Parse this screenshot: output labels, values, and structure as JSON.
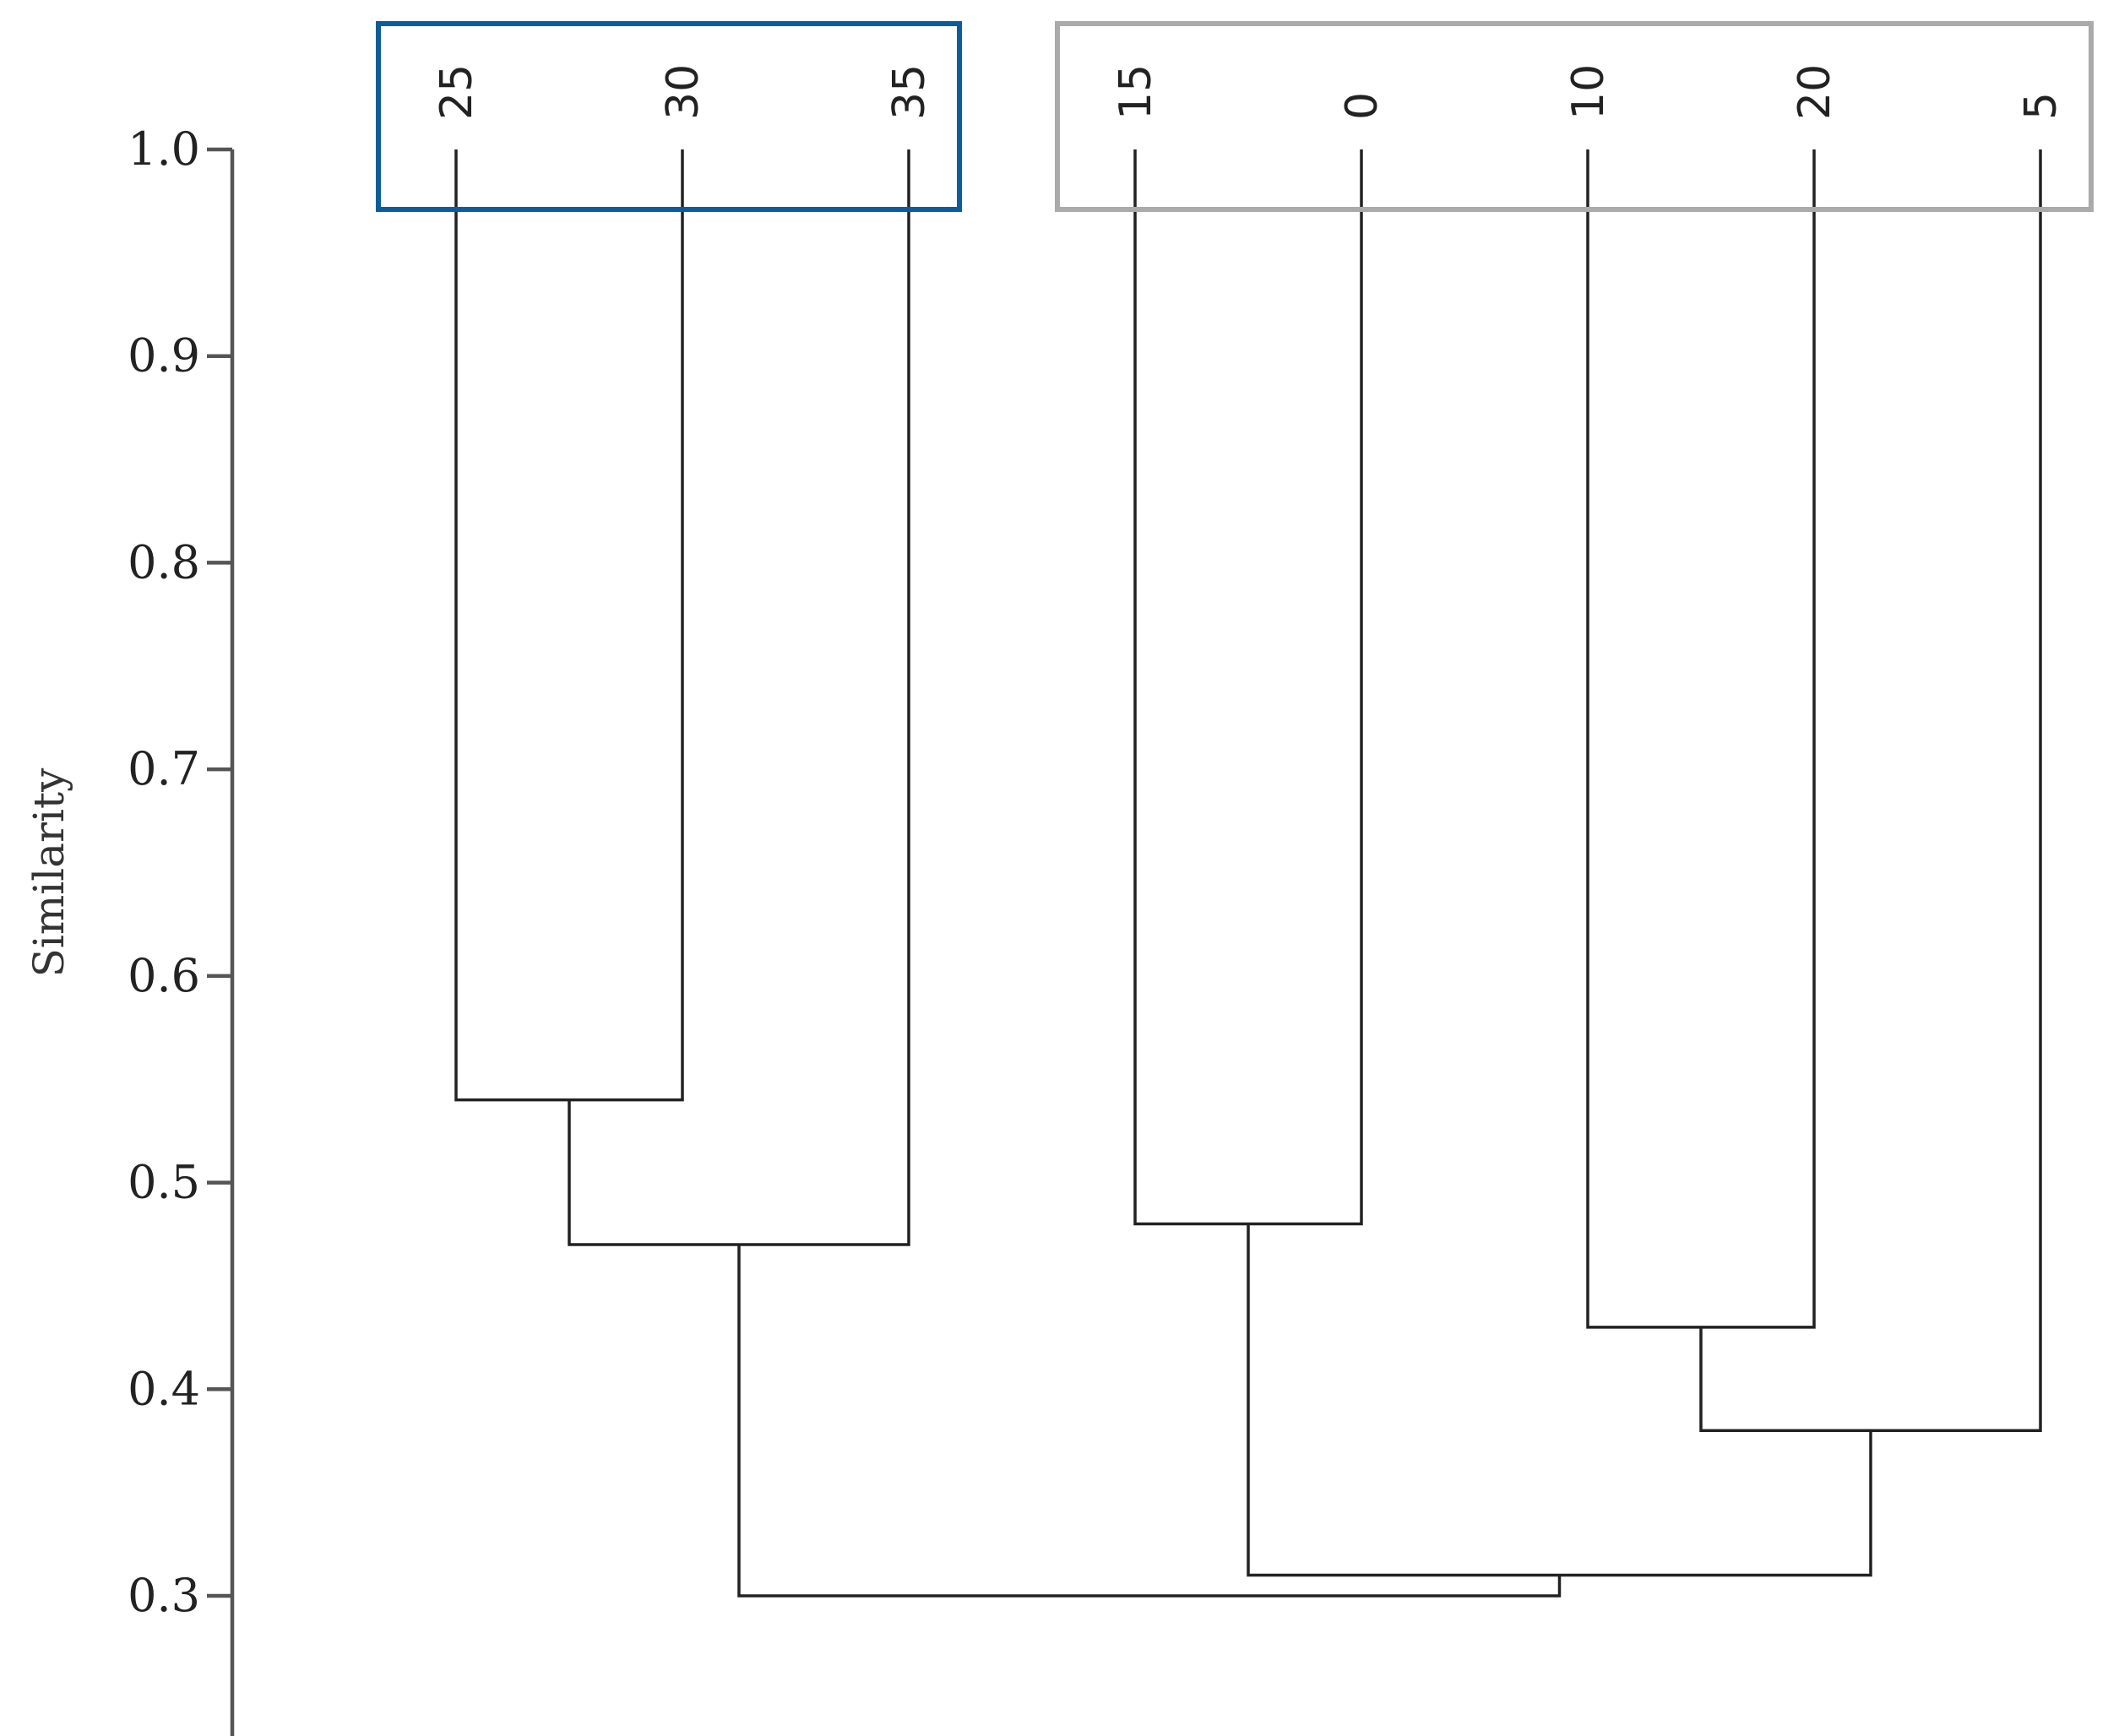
{
  "chart_data": {
    "type": "dendrogram",
    "ylabel": "Similarity",
    "ylim": [
      0.23,
      1.0
    ],
    "yticks": [
      1.0,
      0.9,
      0.8,
      0.7,
      0.6,
      0.5,
      0.4,
      0.3
    ],
    "ytick_labels": [
      "1.0",
      "0.9",
      "0.8",
      "0.7",
      "0.6",
      "0.5",
      "0.4",
      "0.3"
    ],
    "leaves": [
      "25",
      "30",
      "35",
      "15",
      "0",
      "10",
      "20",
      "5"
    ],
    "merges": [
      {
        "left": "25",
        "right": "30",
        "similarity": 0.54
      },
      {
        "left": "25+30",
        "right": "35",
        "similarity": 0.47
      },
      {
        "left": "15",
        "right": "0",
        "similarity": 0.48
      },
      {
        "left": "10",
        "right": "20",
        "similarity": 0.43
      },
      {
        "left": "10+20",
        "right": "5",
        "similarity": 0.38
      },
      {
        "left": "15+0",
        "right": "10+20+5",
        "similarity": 0.31
      },
      {
        "left": "25+30+35",
        "right": "15+0+10+20+5",
        "similarity": 0.3
      }
    ],
    "groups": [
      {
        "leaves": [
          "25",
          "30",
          "35"
        ],
        "color": "#0b5c9e"
      },
      {
        "leaves": [
          "15",
          "0",
          "10",
          "20",
          "5"
        ],
        "color": "#aaaaaa"
      }
    ],
    "grid": false
  }
}
